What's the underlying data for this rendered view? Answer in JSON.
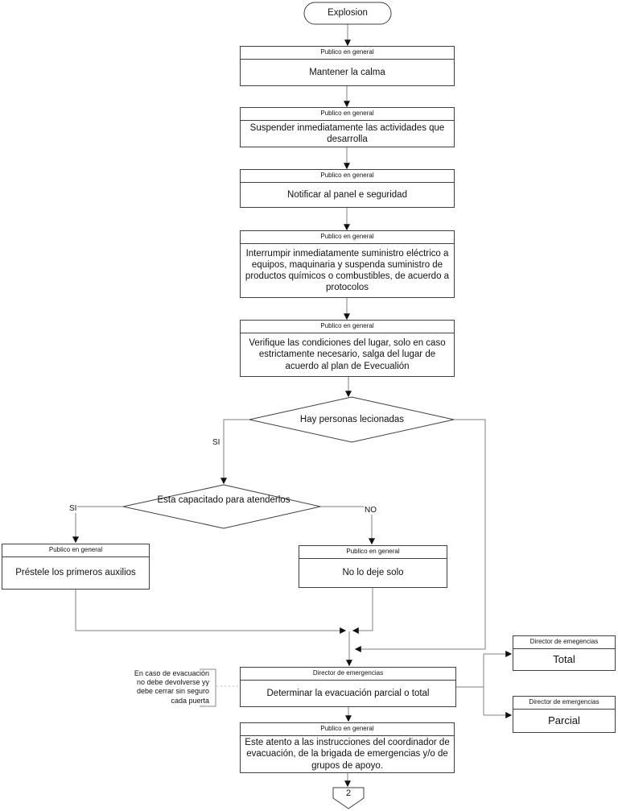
{
  "diagram_type": "flowchart",
  "colors": {
    "connector_line": "#808080",
    "shape_border": "#3f3f3f",
    "arrowhead": "#111111",
    "background": "#ffffff"
  },
  "nodes": {
    "start": {
      "label": "Explosion"
    },
    "step1": {
      "header": "Publico en general",
      "body": "Mantener la calma"
    },
    "step2": {
      "header": "Publico en general",
      "body": "Suspender inmediatamente las actividades que desarrolla"
    },
    "step3": {
      "header": "Publico en general",
      "body": "Notificar al panel e seguridad"
    },
    "step4": {
      "header": "Publico en general",
      "body": "Interrumpir inmediatamente suministro eléctrico a equipos, maquinaria y suspenda suministro de productos químicos o combustibles, de acuerdo a protocolos"
    },
    "step5": {
      "header": "Publico en general",
      "body": "Verifique las condiciones del lugar, solo en caso estrictamente necesario, salga del lugar de acuerdo al plan de Evecualión"
    },
    "decision1": {
      "label": "Hay personas lecionadas"
    },
    "decision2": {
      "label": "Esta capacitado para atenderlos"
    },
    "first_aid": {
      "header": "Publico en general",
      "body": "Préstele los primeros auxilios"
    },
    "stay": {
      "header": "Publico en general",
      "body": "No lo deje solo"
    },
    "determine": {
      "header": "Director de emergencias",
      "body": "Determinar la evacuación parcial o total"
    },
    "total": {
      "header": "Director de emegencias",
      "body": "Total"
    },
    "parcial": {
      "header": "Director de emergencias",
      "body": "Parcial"
    },
    "attentive": {
      "header": "Publico en general",
      "body": "Este atento a las instrucciones del coordinador de evacuación, de la brigada de emergencias y/o de grupos de apoyo."
    },
    "offpage": {
      "label": "2"
    }
  },
  "branch_labels": {
    "si1": "SI",
    "si2": "SI",
    "no": "NO"
  },
  "note": {
    "lines": [
      "En caso de evacuación",
      "no debe devolverse yy",
      "debe cerrar sin seguro",
      "cada puerta"
    ]
  }
}
